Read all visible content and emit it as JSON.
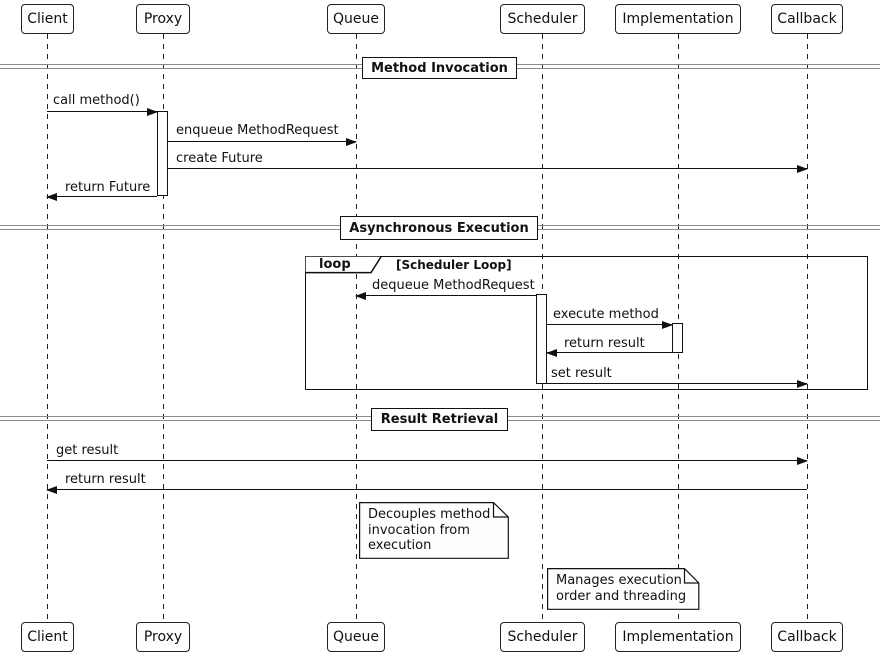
{
  "diagram": {
    "type": "uml-sequence-diagram",
    "background_color": "#ffffff",
    "line_color": "#111111",
    "divider_line_color": "#8c8c8c"
  },
  "participants": [
    {
      "name": "Client"
    },
    {
      "name": "Proxy"
    },
    {
      "name": "Queue"
    },
    {
      "name": "Scheduler"
    },
    {
      "name": "Implementation"
    },
    {
      "name": "Callback"
    }
  ],
  "dividers": [
    {
      "label": "Method Invocation"
    },
    {
      "label": "Asynchronous Execution"
    },
    {
      "label": "Result Retrieval"
    }
  ],
  "messages": [
    {
      "label": "call method()",
      "from": "Client",
      "to": "Proxy"
    },
    {
      "label": "enqueue MethodRequest",
      "from": "Proxy",
      "to": "Queue"
    },
    {
      "label": "create Future",
      "from": "Proxy",
      "to": "Callback"
    },
    {
      "label": "return Future",
      "from": "Proxy",
      "to": "Client"
    },
    {
      "label": "dequeue MethodRequest",
      "from": "Scheduler",
      "to": "Queue"
    },
    {
      "label": "execute method",
      "from": "Scheduler",
      "to": "Implementation"
    },
    {
      "label": "return result",
      "from": "Implementation",
      "to": "Scheduler"
    },
    {
      "label": "set result",
      "from": "Scheduler",
      "to": "Callback"
    },
    {
      "label": "get result",
      "from": "Client",
      "to": "Callback"
    },
    {
      "label": "return result",
      "from": "Callback",
      "to": "Client"
    }
  ],
  "loop": {
    "keyword": "loop",
    "condition": "[Scheduler Loop]"
  },
  "notes": [
    {
      "text": "Decouples method\ninvocation from\nexecution",
      "anchor": "Queue"
    },
    {
      "text": "Manages execution\norder and threading",
      "anchor": "Scheduler"
    }
  ]
}
